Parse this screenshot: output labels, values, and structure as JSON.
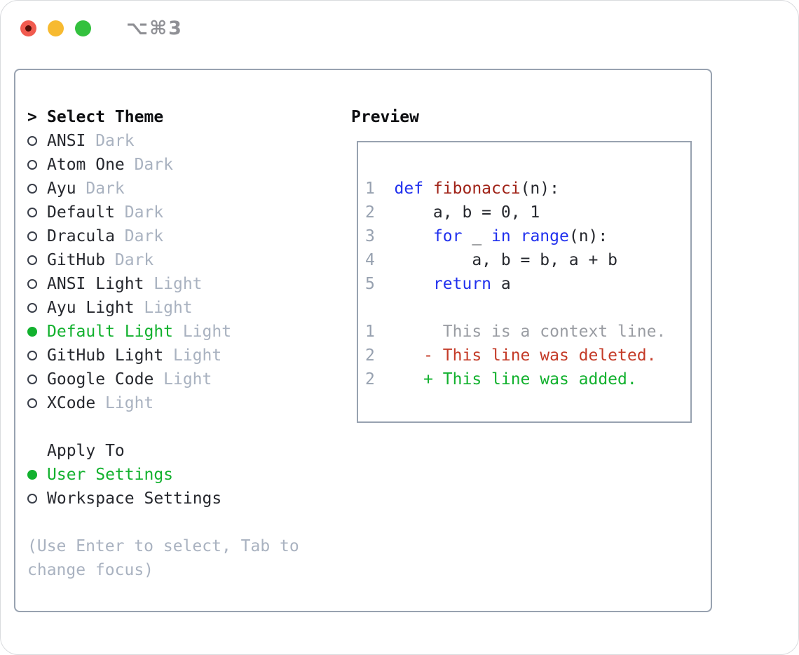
{
  "window": {
    "shortcut": "⌥⌘3"
  },
  "theme_picker": {
    "header_prefix": ">",
    "header": "Select Theme",
    "items": [
      {
        "name": "ANSI",
        "variant": "Dark",
        "selected": false
      },
      {
        "name": "Atom One",
        "variant": "Dark",
        "selected": false
      },
      {
        "name": "Ayu",
        "variant": "Dark",
        "selected": false
      },
      {
        "name": "Default",
        "variant": "Dark",
        "selected": false
      },
      {
        "name": "Dracula",
        "variant": "Dark",
        "selected": false
      },
      {
        "name": "GitHub",
        "variant": "Dark",
        "selected": false
      },
      {
        "name": "ANSI Light",
        "variant": "Light",
        "selected": false
      },
      {
        "name": "Ayu Light",
        "variant": "Light",
        "selected": false
      },
      {
        "name": "Default Light",
        "variant": "Light",
        "selected": true
      },
      {
        "name": "GitHub Light",
        "variant": "Light",
        "selected": false
      },
      {
        "name": "Google Code",
        "variant": "Light",
        "selected": false
      },
      {
        "name": "XCode",
        "variant": "Light",
        "selected": false
      }
    ]
  },
  "apply_to": {
    "header": "Apply To",
    "options": [
      {
        "name": "User Settings",
        "selected": true
      },
      {
        "name": "Workspace Settings",
        "selected": false
      }
    ]
  },
  "hint_lines": [
    "(Use Enter to select, Tab to",
    "change focus)"
  ],
  "preview": {
    "title": "Preview",
    "code_lines": [
      {
        "segments": [
          {
            "text": "1  ",
            "style": "num"
          },
          {
            "text": "def ",
            "style": "kw"
          },
          {
            "text": "fibonacci",
            "style": "fn"
          },
          {
            "text": "(n):",
            "style": "plain"
          }
        ]
      },
      {
        "segments": [
          {
            "text": "2  ",
            "style": "num"
          },
          {
            "text": "    a, b = 0, 1",
            "style": "plain"
          }
        ]
      },
      {
        "segments": [
          {
            "text": "3  ",
            "style": "num"
          },
          {
            "text": "    ",
            "style": "plain"
          },
          {
            "text": "for",
            "style": "kw"
          },
          {
            "text": " _ ",
            "style": "plain"
          },
          {
            "text": "in",
            "style": "kw"
          },
          {
            "text": " ",
            "style": "plain"
          },
          {
            "text": "range",
            "style": "kw"
          },
          {
            "text": "(n):",
            "style": "plain"
          }
        ]
      },
      {
        "segments": [
          {
            "text": "4  ",
            "style": "num"
          },
          {
            "text": "        a, b = b, a + b",
            "style": "plain"
          }
        ]
      },
      {
        "segments": [
          {
            "text": "5  ",
            "style": "num"
          },
          {
            "text": "    ",
            "style": "plain"
          },
          {
            "text": "return",
            "style": "kw"
          },
          {
            "text": " a",
            "style": "plain"
          }
        ]
      },
      {
        "segments": []
      },
      {
        "segments": [
          {
            "text": "1  ",
            "style": "num"
          },
          {
            "text": "     This is a context line.",
            "style": "ctx"
          }
        ]
      },
      {
        "segments": [
          {
            "text": "2  ",
            "style": "num"
          },
          {
            "text": "   - This line was deleted.",
            "style": "del"
          }
        ]
      },
      {
        "segments": [
          {
            "text": "2  ",
            "style": "num"
          },
          {
            "text": "   + This line was added.",
            "style": "add"
          }
        ]
      }
    ]
  },
  "palette": {
    "text": "#26282e",
    "muted": "#a9b2c0",
    "green": "#12b12e",
    "keyword_blue": "#2030ee",
    "function_red": "#a02318",
    "deleted_red": "#c43b28",
    "added_green": "#12b12e",
    "context_gray": "#9a9da3",
    "line_number": "#97a1b0",
    "border": "#98a2b0",
    "traffic_red": "#f15b4f",
    "traffic_red_dot": "#550f07",
    "traffic_yellow": "#f7ba30",
    "traffic_green": "#33c13e",
    "shortcut_gray": "#8f9095"
  }
}
